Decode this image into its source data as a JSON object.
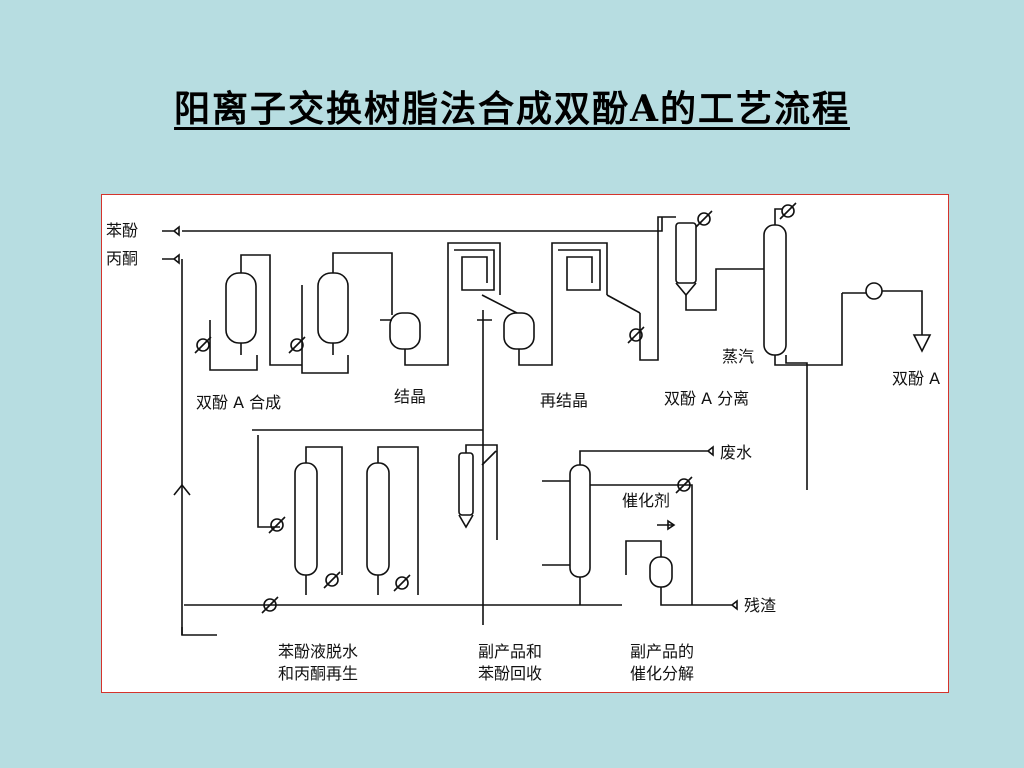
{
  "slide": {
    "title": "阳离子交换树脂法合成双酚A的工艺流程"
  },
  "diagram": {
    "inputs": {
      "phenol": "苯酚",
      "acetone": "丙酮"
    },
    "sections": {
      "synthesis": "双酚 A 合成",
      "crystallization": "结晶",
      "recrystallization": "再结晶",
      "separation": "双酚 A 分离",
      "dehydration_line1": "苯酚液脱水",
      "dehydration_line2": "和丙酮再生",
      "byproduct_recovery_line1": "副产品和",
      "byproduct_recovery_line2": "苯酚回收",
      "byproduct_decomp_line1": "副产品的",
      "byproduct_decomp_line2": "催化分解"
    },
    "streams": {
      "steam": "蒸汽",
      "product": "双酚 A",
      "wastewater": "废水",
      "catalyst": "催化剂",
      "residue": "残渣"
    }
  }
}
